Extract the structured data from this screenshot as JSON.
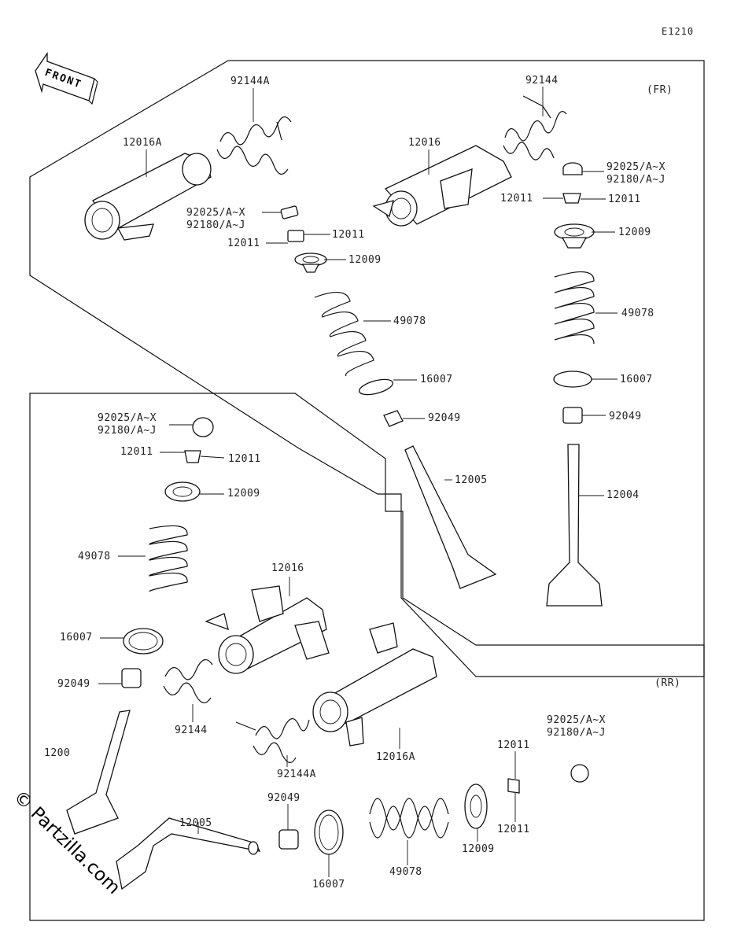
{
  "diagram_code": "E1210",
  "front_label": "FRONT",
  "section_fr": "(FR)",
  "section_rr": "(RR)",
  "watermark": "© Partzilla.com",
  "parts": {
    "fr_rocker_a": "12016A",
    "fr_spring_a": "92144A",
    "fr_spring": "92144",
    "fr_rocker": "12016",
    "fr_l_cap_1": "92025/A~X",
    "fr_l_cap_2": "92180/A~J",
    "fr_l_cotter_a": "12011",
    "fr_l_cotter_b": "12011",
    "fr_l_retainer": "12009",
    "fr_l_spring": "49078",
    "fr_l_seat": "16007",
    "fr_l_seal": "92049",
    "fr_l_valve": "12005",
    "fr_r_cap_1": "92025/A~X",
    "fr_r_cap_2": "92180/A~J",
    "fr_r_cotter_a": "12011",
    "fr_r_cotter_b": "12011",
    "fr_r_retainer": "12009",
    "fr_r_spring": "49078",
    "fr_r_seat": "16007",
    "fr_r_seal": "92049",
    "fr_r_valve": "12004",
    "rr_l_cap_1": "92025/A~X",
    "rr_l_cap_2": "92180/A~J",
    "rr_l_cotter_a": "12011",
    "rr_l_cotter_b": "12011",
    "rr_l_retainer": "12009",
    "rr_l_spring": "49078",
    "rr_rocker": "12016",
    "rr_l_seat": "16007",
    "rr_l_seal": "92049",
    "rr_l_rocker_spring": "92144",
    "rr_l_valve": "1200",
    "rr_rocker_spring_a": "92144A",
    "rr_rocker_a": "12016A",
    "rr_r_cap_1": "92025/A~X",
    "rr_r_cap_2": "92180/A~J",
    "rr_r_cotter_a": "12011",
    "rr_r_cotter_b": "12011",
    "rr_r_seal": "92049",
    "rr_r_retainer": "12009",
    "rr_r_spring": "49078",
    "rr_r_seat": "16007",
    "rr_valve": "12005"
  }
}
